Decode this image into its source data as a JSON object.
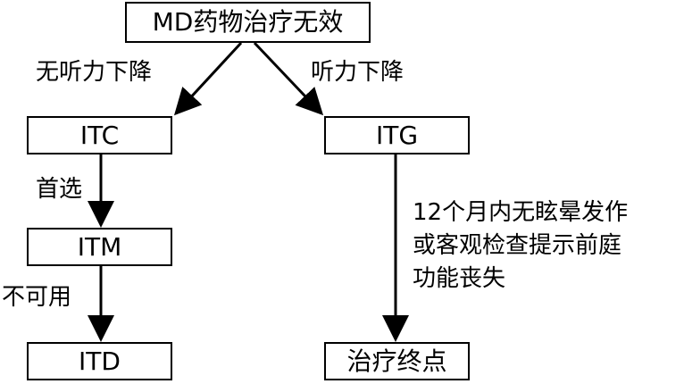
{
  "nodes": {
    "top": "MD药物治疗无效",
    "itc": "ITC",
    "itg": "ITG",
    "itm": "ITM",
    "itd": "ITD",
    "end": "治疗终点"
  },
  "edges": {
    "no_hearing_loss": "无听力下降",
    "hearing_loss": "听力下降",
    "first_choice": "首选",
    "unavailable": "不可用",
    "criteria": {
      "line1": "12个月内无眩晕发作",
      "line2": "或客观检查提示前庭",
      "line3": "功能丧失"
    }
  }
}
